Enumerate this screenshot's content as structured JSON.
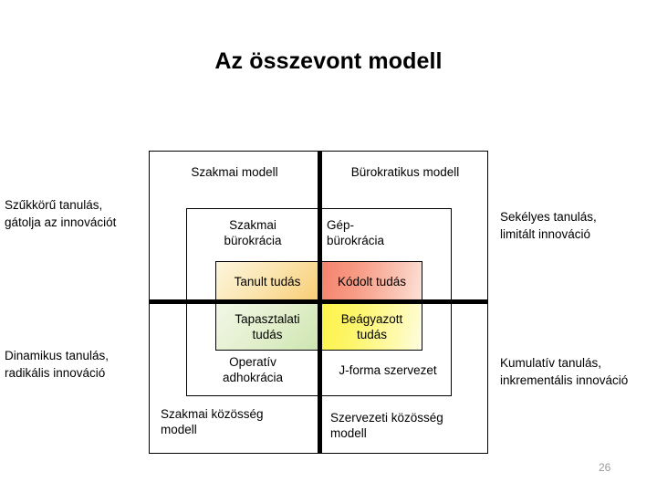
{
  "slide": {
    "title": "Az összevont modell",
    "page_number": "26"
  },
  "diagram": {
    "type": "2x2-nested-matrix",
    "columns": [
      {
        "key": "left",
        "header": "Szakmai modell"
      },
      {
        "key": "right",
        "header": "Bürokratikus modell"
      }
    ],
    "bands": {
      "organisation_forms": [
        {
          "key": "szakmai-burokracia",
          "label": "Szakmai\nbürokrácia"
        },
        {
          "key": "gep-burokracia",
          "label": "Gép-\nbürokrácia"
        },
        {
          "key": "operativ-adhokracia",
          "label": "Operatív\nadhokrácia"
        },
        {
          "key": "j-forma-szervezet",
          "label": "J-forma szervezet"
        }
      ],
      "community_models": [
        {
          "key": "szakmai-kozosseg",
          "label": "Szakmai közösség\nmodell"
        },
        {
          "key": "szervezeti-kozosseg",
          "label": "Szervezeti közösség\nmodell"
        }
      ],
      "knowledge_types": [
        {
          "key": "tanult-tudas",
          "label": "Tanult tudás",
          "color": "#f8cd74"
        },
        {
          "key": "kodolt-tudas",
          "label": "Kódolt tudás",
          "color": "#f4836e"
        },
        {
          "key": "tapasztalati-tudas",
          "label": "Tapasztalati\ntudás",
          "color": "#cde6b0"
        },
        {
          "key": "beagyazott-tudas",
          "label": "Beágyazott\ntudás",
          "color": "#fdf34a"
        }
      ]
    },
    "quadrant_notes": [
      {
        "key": "top-left",
        "label": "Szűkkörű tanulás,\ngátolja az innovációt"
      },
      {
        "key": "top-right",
        "label": "Sekélyes tanulás,\nlimitált innováció"
      },
      {
        "key": "bottom-left",
        "label": "Dinamikus tanulás,\nradikális innováció"
      },
      {
        "key": "bottom-right",
        "label": "Kumulatív tanulás,\ninkrementális innováció"
      }
    ],
    "colors": {
      "frame_stroke": "#000000",
      "axis_stroke": "#000000",
      "background": "#ffffff",
      "page_number": "#9a9a9a"
    }
  }
}
